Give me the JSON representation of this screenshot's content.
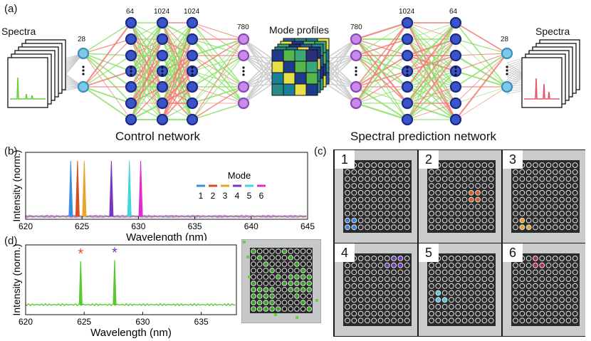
{
  "panels": {
    "a": {
      "label": "(a)",
      "spectra_left": "Spectra",
      "spectra_right": "Spectra",
      "mode_profiles": "Mode profiles",
      "control_network": "Control network",
      "spectral_prediction_network": "Spectral prediction network",
      "layer_sizes_left": [
        "28",
        "64",
        "1024",
        "1024",
        "780"
      ],
      "layer_sizes_right": [
        "780",
        "1024",
        "64",
        "28"
      ],
      "colors": {
        "input_node": "#7fc9e8",
        "hidden_node": "#3b55c9",
        "mode_node": "#c98ae8",
        "pos_weight": "#8ee06a",
        "neg_weight": "#f07c72",
        "left_spectrum": "#6ad13a",
        "right_spectrum": "#e8566a"
      }
    },
    "b": {
      "label": "(b)",
      "ylabel": "Intensity (norm.)",
      "xlabel": "Wavelength (nm)"
    },
    "c": {
      "label": "(c)",
      "tiles": [
        "1",
        "2",
        "3",
        "4",
        "5",
        "6"
      ],
      "tile_colors": [
        "#3a7fd6",
        "#d35a28",
        "#e8a02c",
        "#6a3ab0",
        "#4fc8d8",
        "#b02a5a"
      ]
    },
    "d": {
      "label": "(d)",
      "ylabel": "Intensity (norm.)",
      "xlabel": "Wavelength (nm)",
      "peak_markers": [
        "*",
        "*"
      ]
    }
  },
  "chart_data": [
    {
      "type": "line",
      "panel": "b",
      "xlabel": "Wavelength (nm)",
      "ylabel": "Intensity (norm.)",
      "xlim": [
        620,
        645
      ],
      "xticks": [
        "620",
        "625",
        "630",
        "635",
        "640",
        "645"
      ],
      "legend_title": "Mode",
      "legend_position": "top-right",
      "series": [
        {
          "name": "1",
          "color": "#3a8ee6",
          "peak": 624.0
        },
        {
          "name": "2",
          "color": "#d6501e",
          "peak": 624.6
        },
        {
          "name": "3",
          "color": "#e8a52a",
          "peak": 625.2
        },
        {
          "name": "4",
          "color": "#7a35c0",
          "peak": 627.6
        },
        {
          "name": "5",
          "color": "#43d6d6",
          "peak": 629.2
        },
        {
          "name": "6",
          "color": "#e02bd0",
          "peak": 630.2
        }
      ]
    },
    {
      "type": "line",
      "panel": "d",
      "xlabel": "Wavelength (nm)",
      "ylabel": "Intensity (norm.)",
      "xlim": [
        620,
        638
      ],
      "xticks": [
        "620",
        "625",
        "630",
        "635"
      ],
      "series": [
        {
          "color": "#5ac832",
          "peaks": [
            624.7,
            627.6
          ],
          "peak_heights": [
            0.9,
            0.92
          ]
        }
      ],
      "markers": [
        {
          "x": 624.7,
          "symbol": "*",
          "color": "#e0552a"
        },
        {
          "x": 627.6,
          "symbol": "*",
          "color": "#7a35c0"
        }
      ]
    }
  ]
}
